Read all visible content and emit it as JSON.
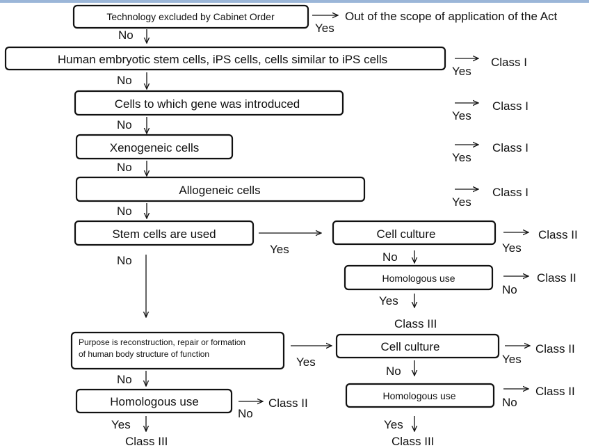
{
  "diagram": {
    "boxes": {
      "cabinet_order": "Technology excluded by Cabinet Order",
      "human_stem": "Human embryotic stem cells, iPS cells, cells similar to iPS cells",
      "gene_introduced": "Cells to which gene was introduced",
      "xenogeneic": "Xenogeneic cells",
      "allogeneic": "Allogeneic cells",
      "stem_used": "Stem cells are used",
      "cell_culture_upper": "Cell culture",
      "homologous_upper": "Homologous use",
      "purpose_line1": "Purpose is reconstruction, repair or formation",
      "purpose_line2": "of human body structure of function",
      "cell_culture_lower": "Cell culture",
      "homologous_lower_right": "Homologous use",
      "homologous_lower_left": "Homologous use"
    },
    "outcomes": {
      "out_of_scope": "Out of the scope of application of the Act",
      "class_1": "Class I",
      "class_2": "Class II",
      "class_3": "Class III"
    },
    "labels": {
      "yes": "Yes",
      "no": "No"
    }
  }
}
